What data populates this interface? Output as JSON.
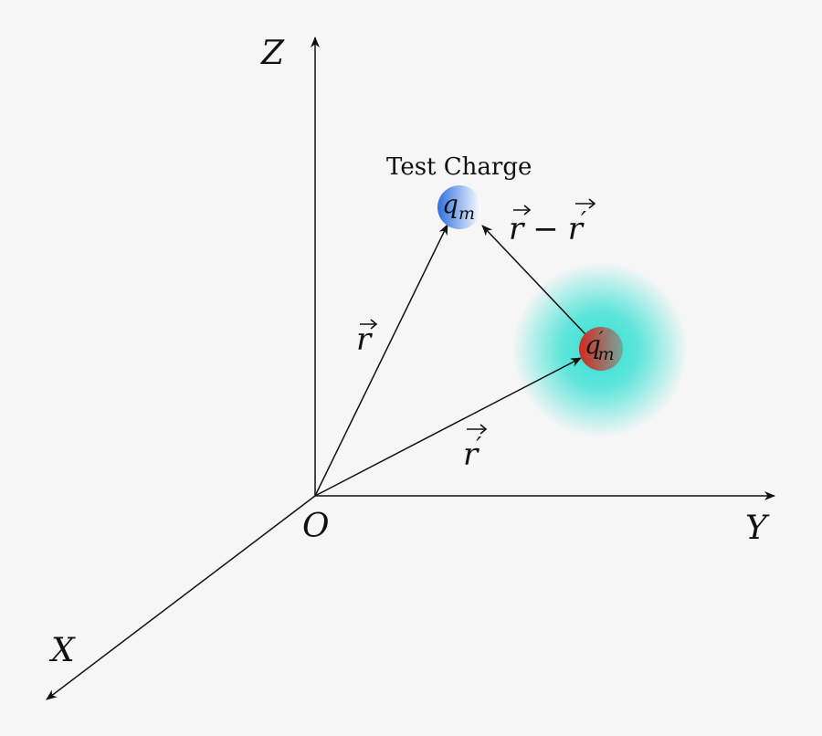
{
  "labels": {
    "axis_z": "Z",
    "axis_y": "Y",
    "axis_x": "X",
    "origin": "O",
    "test_charge": "Test Charge"
  },
  "charges": {
    "test": {
      "symbol": "q",
      "subscript": "m",
      "prime": ""
    },
    "source": {
      "symbol": "q",
      "subscript": "m",
      "prime": "′"
    }
  },
  "vectors": {
    "r": {
      "base": "r"
    },
    "r_prime": {
      "base": "r",
      "prime": "′"
    },
    "difference": {
      "left": "r",
      "op": "−",
      "right": "r",
      "right_prime": "′"
    }
  },
  "colors": {
    "background": "#f6f6f6",
    "ink": "#111111",
    "test_charge": "#2f6fe0",
    "source_charge": "#d42a1e",
    "field_glow": "#2fe0d2"
  }
}
